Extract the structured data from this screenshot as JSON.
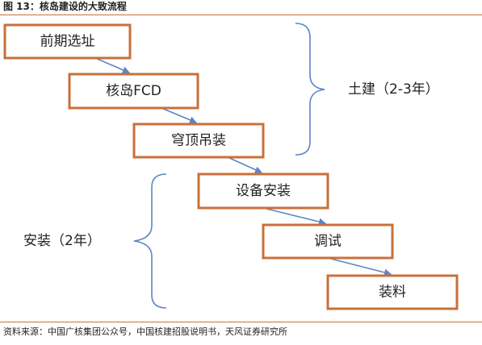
{
  "figure_title": "图 13：核岛建设的大致流程",
  "steps": [
    {
      "label": "前期选址"
    },
    {
      "label": "核岛FCD"
    },
    {
      "label": "穹顶吊装"
    },
    {
      "label": "设备安装"
    },
    {
      "label": "调试"
    },
    {
      "label": "装料"
    }
  ],
  "phases": [
    {
      "label": "土建（2-3年）"
    },
    {
      "label": "安装（2年）"
    }
  ],
  "source_note": "资料来源：中国广核集团公众号，中国核建招股说明书，天风证券研究所",
  "colors": {
    "box_border": "#c9703a",
    "arrow": "#5b86c5",
    "rule": "#c9703a"
  }
}
